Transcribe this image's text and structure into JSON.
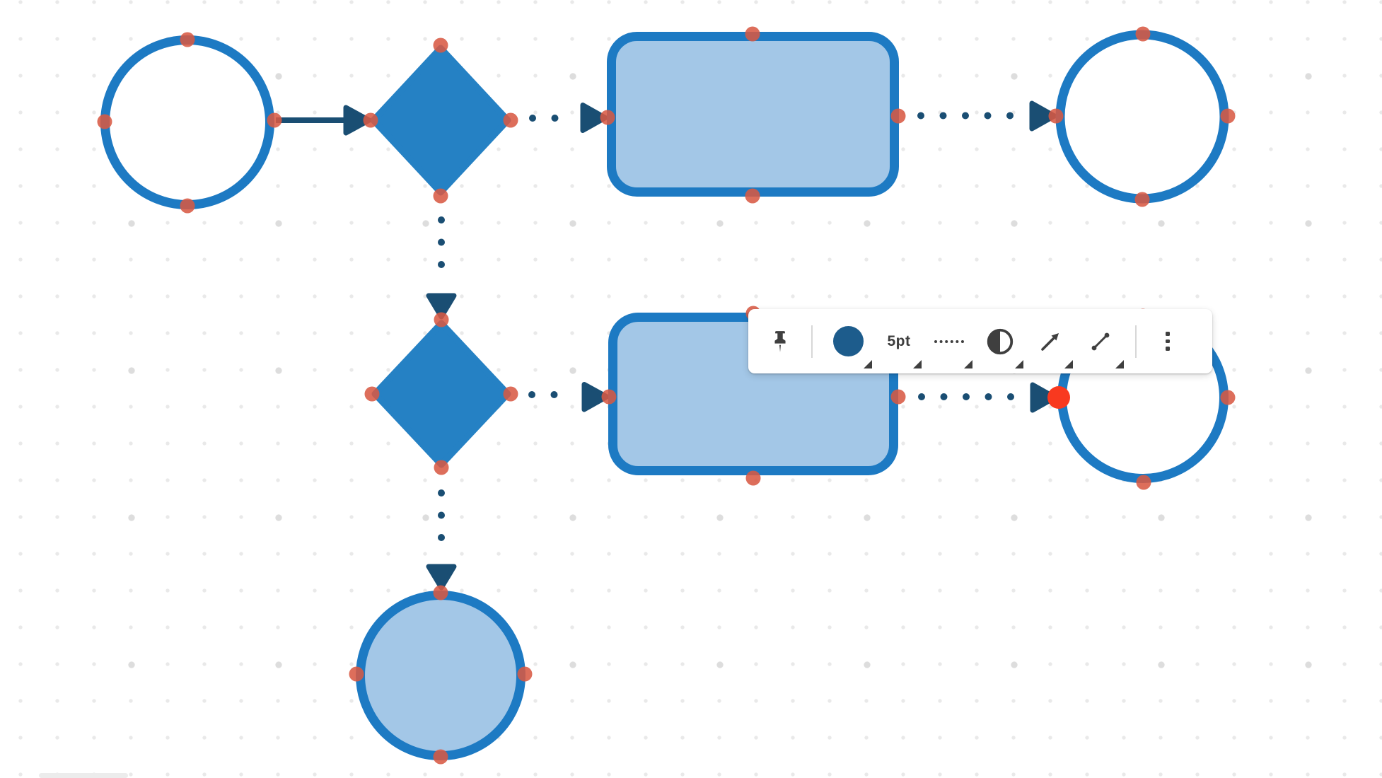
{
  "page": {
    "type": "diagram-editor-canvas",
    "description": "Flowchart on a dotted grid canvas with a floating format toolbar; a connector endpoint is selected (large red dot)."
  },
  "toolbar": {
    "line_width_label": "5pt",
    "items": [
      {
        "name": "pin",
        "icon": "pin-icon",
        "has_dropdown": false
      },
      {
        "name": "fill-color",
        "icon": "filled-circle-swatch-icon",
        "swatch_color": "#1d5c8c",
        "has_dropdown": true
      },
      {
        "name": "line-width",
        "label": "5pt",
        "has_dropdown": true
      },
      {
        "name": "line-style",
        "icon": "dotted-line-icon",
        "value": "dotted",
        "has_dropdown": true
      },
      {
        "name": "contrast",
        "icon": "half-filled-circle-icon",
        "has_dropdown": true
      },
      {
        "name": "arrowhead",
        "icon": "diagonal-arrow-icon",
        "has_dropdown": true
      },
      {
        "name": "connector-type",
        "icon": "diagonal-line-endpoints-icon",
        "has_dropdown": true
      },
      {
        "name": "more-options",
        "icon": "vertical-ellipsis-icon",
        "has_dropdown": false
      }
    ]
  },
  "diagram": {
    "nodes": [
      {
        "id": "circle-start",
        "shape": "circle",
        "style": "outline",
        "row": 1
      },
      {
        "id": "diamond-1",
        "shape": "diamond",
        "style": "solid-blue",
        "row": 1
      },
      {
        "id": "rect-1",
        "shape": "rounded-rectangle",
        "style": "light-blue",
        "row": 1
      },
      {
        "id": "circle-end-top",
        "shape": "circle",
        "style": "outline",
        "row": 1
      },
      {
        "id": "diamond-2",
        "shape": "diamond",
        "style": "solid-blue",
        "row": 2
      },
      {
        "id": "rect-2",
        "shape": "rounded-rectangle",
        "style": "light-blue",
        "row": 2
      },
      {
        "id": "circle-row2-right",
        "shape": "circle",
        "style": "outline",
        "row": 2
      },
      {
        "id": "circle-terminal",
        "shape": "circle",
        "style": "light-blue",
        "row": 3
      }
    ],
    "edges": [
      {
        "from": "circle-start",
        "to": "diamond-1",
        "style": "solid",
        "arrow": "filled"
      },
      {
        "from": "diamond-1",
        "to": "rect-1",
        "style": "dotted",
        "arrow": "filled"
      },
      {
        "from": "rect-1",
        "to": "circle-end-top",
        "style": "dotted",
        "arrow": "filled"
      },
      {
        "from": "diamond-1",
        "to": "diamond-2",
        "style": "dotted",
        "arrow": "filled",
        "direction": "down"
      },
      {
        "from": "diamond-2",
        "to": "rect-2",
        "style": "dotted",
        "arrow": "filled"
      },
      {
        "from": "rect-2",
        "to": "circle-row2-right",
        "style": "dotted",
        "arrow": "filled",
        "endpoint_selected": true
      },
      {
        "from": "diamond-2",
        "to": "circle-terminal",
        "style": "dotted",
        "arrow": "filled",
        "direction": "down"
      }
    ],
    "anchors_visible": true,
    "selected_endpoint": {
      "edge": "rect-2 to circle-row2-right",
      "side": "west-of-circle"
    }
  },
  "colors": {
    "canvas_bg": "#ffffff",
    "grid_minor": "#e9e9e9",
    "grid_major": "#dddddd",
    "shape_stroke": "#1d7ac3",
    "shape_solid": "#2581c4",
    "shape_fill_light": "#a3c7e7",
    "connector_navy": "#1a4e73",
    "anchor_red": "#d85843",
    "selected_endpoint": "#f8391f",
    "toolbar_bg": "#ffffff",
    "toolbar_icon": "#3f3f3f",
    "toolbar_divider": "#d7d7d7",
    "toolbar_text": "#3d3d3d",
    "swatch_blue": "#1d5c8c",
    "scrollbar_grey": "#ececec"
  }
}
